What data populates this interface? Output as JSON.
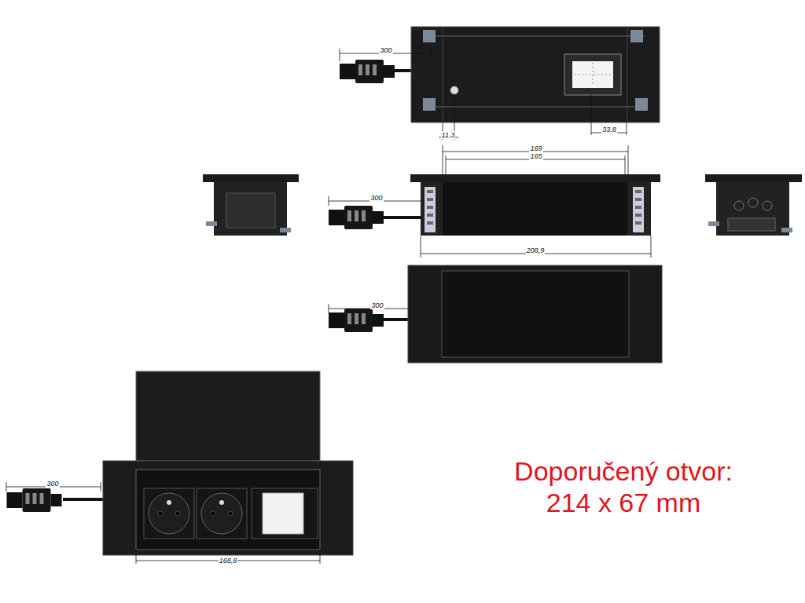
{
  "diagram": {
    "labels": [
      "300",
      "11,3",
      "33,8",
      "169",
      "165",
      "300",
      "208,9",
      "300",
      "300",
      "168,8",
      "Doporučený otvor: 214 x 67 mm"
    ]
  }
}
